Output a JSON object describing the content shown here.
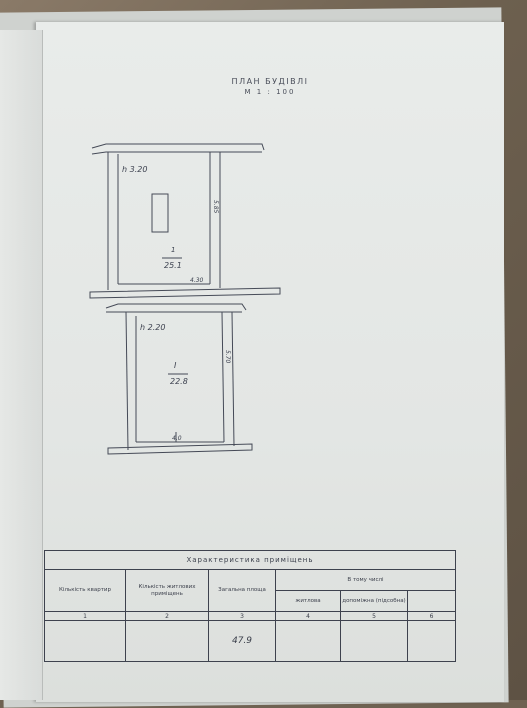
{
  "document": {
    "title": "ПЛАН БУДІВЛІ",
    "scale": "М 1 : 100"
  },
  "plan": {
    "room1": {
      "height": "h 3.20",
      "side": "5.85",
      "bottom": "4.30",
      "number": "1",
      "area": "25.1"
    },
    "room2": {
      "height": "h 2.20",
      "side": "5.70",
      "bottom": "4.0",
      "number": "I",
      "area": "22.8"
    }
  },
  "table": {
    "caption": "Характеристика приміщень",
    "headers": {
      "c1": "Кількість квартир",
      "c2": "Кількість житлових приміщень",
      "c3": "Загальна площа",
      "group": "В тому числі",
      "c4": "житлова",
      "c5": "допоміжна (підсобна)",
      "c6": ""
    },
    "numbers": [
      "1",
      "2",
      "3",
      "4",
      "5",
      "6"
    ],
    "row": {
      "c1": "",
      "c2": "",
      "c3": "47.9",
      "c4": "",
      "c5": "",
      "c6": ""
    }
  }
}
